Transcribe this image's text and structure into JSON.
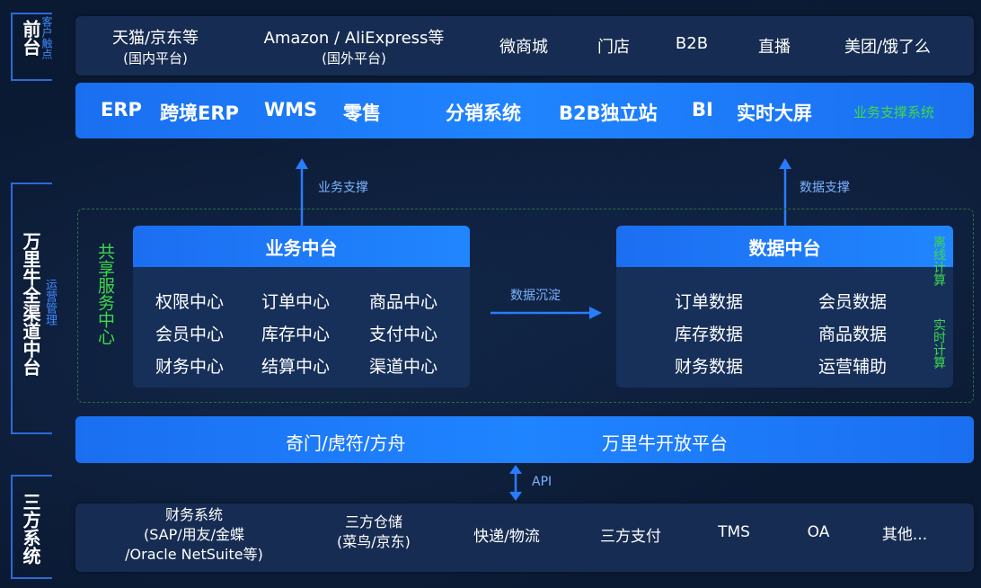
{
  "colors": {
    "accent": "#1f84ff",
    "green": "#3ed84a",
    "background": "#0b1a33"
  },
  "left_labels": {
    "front": {
      "title": "前台",
      "sub": "客户触点"
    },
    "middle": {
      "title": "万里牛全渠道中台",
      "sub": "运营管理"
    },
    "third": {
      "title": "三方系统"
    }
  },
  "touchpoints": [
    {
      "line1": "天猫/京东等",
      "line2": "(国内平台)"
    },
    {
      "line1": "Amazon / AliExpress等",
      "line2": "(国外平台)"
    },
    {
      "line1": "微商城"
    },
    {
      "line1": "门店"
    },
    {
      "line1": "B2B"
    },
    {
      "line1": "直播"
    },
    {
      "line1": "美团/饿了么"
    }
  ],
  "support_bar": {
    "items": [
      "ERP",
      "跨境ERP",
      "WMS",
      "零售",
      "分销系统",
      "B2B独立站",
      "BI",
      "实时大屏"
    ],
    "label": "业务支撑系统"
  },
  "arrows": {
    "business_support": "业务支撑",
    "data_support": "数据支撑",
    "data_sink": "数据沉淀",
    "api": "API"
  },
  "shared_center": "共享服务中心",
  "business_center": {
    "title": "业务中台",
    "items": [
      "权限中心",
      "订单中心",
      "商品中心",
      "会员中心",
      "库存中心",
      "支付中心",
      "财务中心",
      "结算中心",
      "渠道中心"
    ]
  },
  "data_center": {
    "title": "数据中台",
    "items": [
      "订单数据",
      "会员数据",
      "库存数据",
      "商品数据",
      "财务数据",
      "运营辅助"
    ],
    "side_top": "离线计算",
    "side_bottom": "实时计算"
  },
  "open_platform": {
    "left": "奇门/虎符/方舟",
    "right": "万里牛开放平台"
  },
  "third_party": [
    {
      "lines": [
        "财务系统",
        "(SAP/用友/金蝶",
        "/Oracle NetSuite等)"
      ]
    },
    {
      "lines": [
        "三方仓储",
        "(菜鸟/京东)"
      ]
    },
    {
      "lines": [
        "快递/物流"
      ]
    },
    {
      "lines": [
        "三方支付"
      ]
    },
    {
      "lines": [
        "TMS"
      ]
    },
    {
      "lines": [
        "OA"
      ]
    },
    {
      "lines": [
        "其他..."
      ]
    }
  ]
}
